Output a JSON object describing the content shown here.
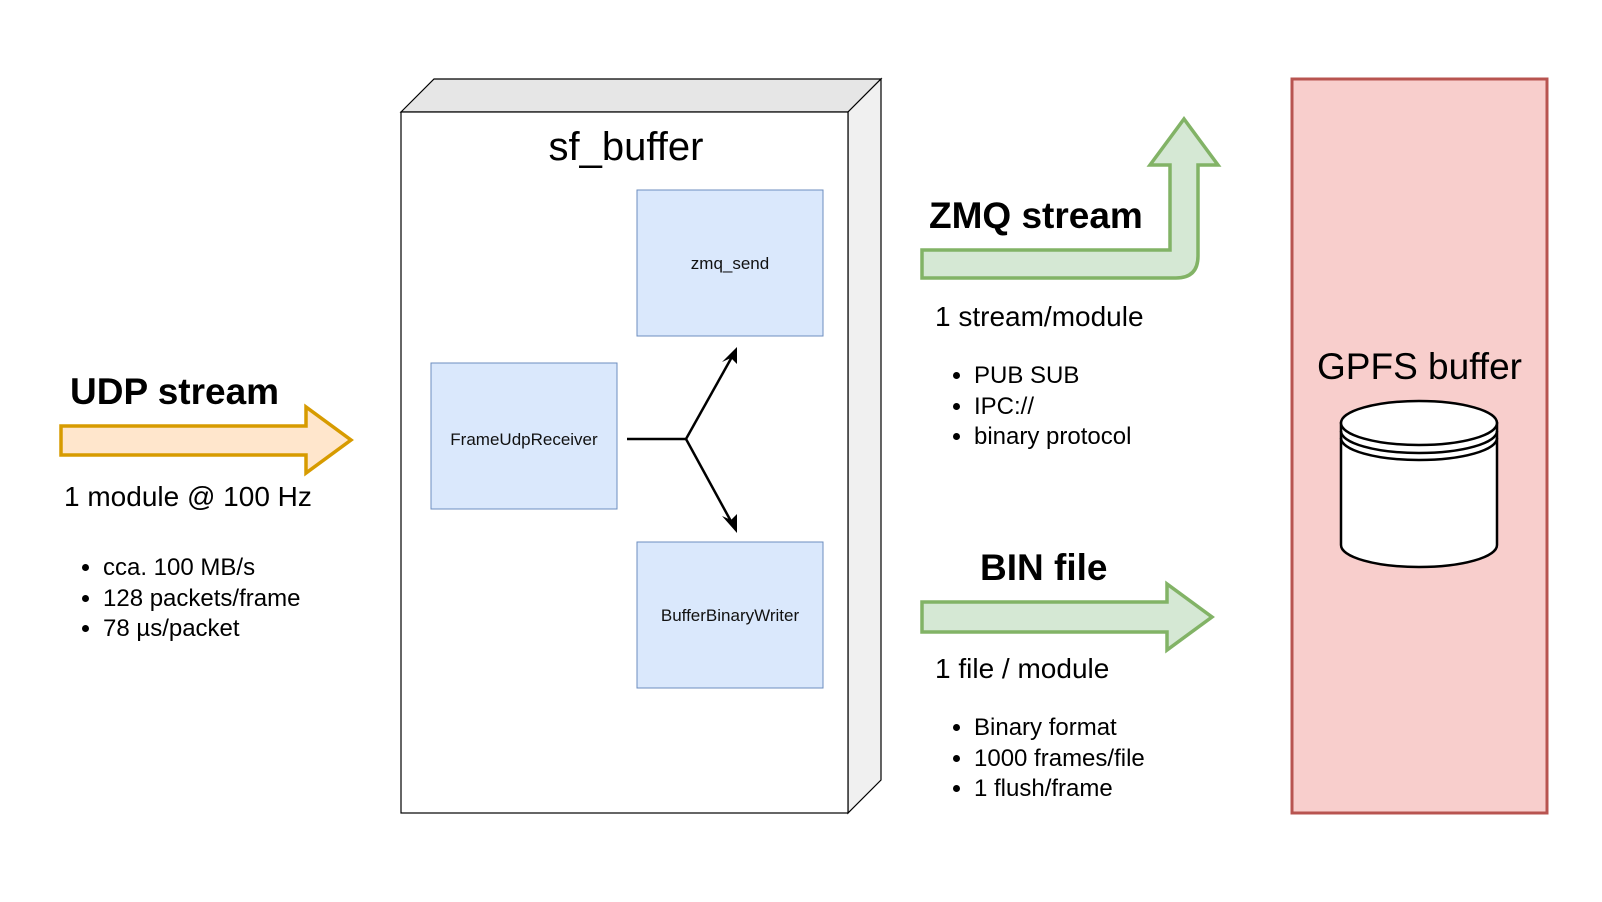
{
  "diagram": {
    "udp": {
      "title": "UDP stream",
      "subtitle": "1 module @ 100 Hz",
      "bullets": [
        "cca. 100 MB/s",
        "128 packets/frame",
        "78 µs/packet"
      ]
    },
    "sf_buffer": {
      "title": "sf_buffer",
      "components": {
        "receiver": "FrameUdpReceiver",
        "zmq_send": "zmq_send",
        "writer": "BufferBinaryWriter"
      }
    },
    "zmq": {
      "title": "ZMQ stream",
      "subtitle": "1 stream/module",
      "bullets": [
        "PUB SUB",
        "IPC://",
        "binary protocol"
      ]
    },
    "bin": {
      "title": "BIN file",
      "subtitle": "1 file / module",
      "bullets": [
        "Binary format",
        "1000 frames/file",
        "1 flush/frame"
      ]
    },
    "gpfs": {
      "title": "GPFS buffer",
      "icon": "database-icon"
    },
    "colors": {
      "udp_arrow_fill": "#ffe6cc",
      "udp_arrow_stroke": "#d79b00",
      "green_arrow_fill": "#d5e8d4",
      "green_arrow_stroke": "#82b366",
      "component_fill": "#dae8fc",
      "component_stroke": "#6c8ebf",
      "gpfs_fill": "#f8cecc",
      "gpfs_stroke": "#b85450",
      "box_side": "#f0f0f0",
      "box_top": "#e6e6e6"
    }
  }
}
